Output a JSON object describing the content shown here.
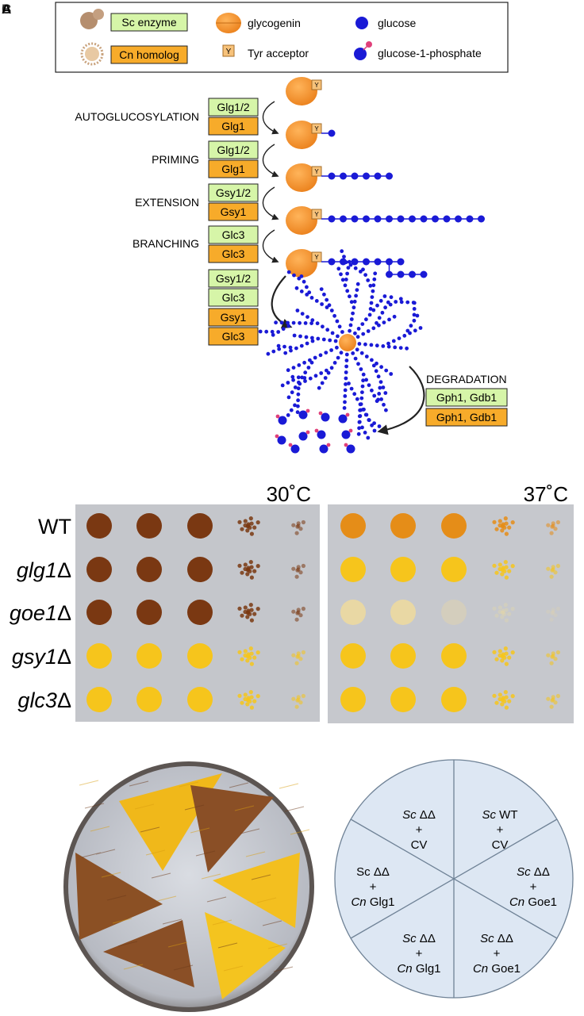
{
  "panel_labels": [
    "A",
    "B",
    "C"
  ],
  "legend": {
    "sc_label": "Sc enzyme",
    "cn_label": "Cn homolog",
    "glycogenin": "glycogenin",
    "tyr": "Tyr acceptor",
    "tyr_symbol": "Y",
    "glucose": "glucose",
    "g1p": "glucose-1-phosphate"
  },
  "pathway": {
    "steps": [
      {
        "name": "AUTOGLUCOSYLATION",
        "sc": "Glg1/2",
        "cn": "Glg1"
      },
      {
        "name": "PRIMING",
        "sc": "Glg1/2",
        "cn": "Glg1"
      },
      {
        "name": "EXTENSION",
        "sc": "Gsy1/2",
        "cn": "Gsy1"
      },
      {
        "name": "BRANCHING",
        "sc": "Glc3",
        "cn": "Glc3"
      }
    ],
    "glycogen_enzymes": [
      "Gsy1/2",
      "Glc3",
      "Gsy1",
      "Glc3"
    ],
    "degradation": {
      "name": "DEGRADATION",
      "sc": "Gph1, Gdb1",
      "cn": "Gph1, Gdb1"
    }
  },
  "spot_assay": {
    "temp_30": "30˚C",
    "temp_37": "37˚C",
    "strains": [
      {
        "name": "WT",
        "italic": false
      },
      {
        "name": "glg1Δ",
        "italic": true
      },
      {
        "name": "goe1Δ",
        "italic": true
      },
      {
        "name": "gsy1Δ",
        "italic": true
      },
      {
        "name": "glc3Δ",
        "italic": true
      }
    ],
    "stain_30": [
      "brown",
      "brown",
      "brown",
      "yellow",
      "yellow"
    ],
    "stain_37": [
      "orange",
      "yellow",
      "pale",
      "yellow",
      "yellow"
    ]
  },
  "plate_key": {
    "sectors": [
      {
        "line1_it": "Sc",
        "line1": " ΔΔ",
        "line2": "+",
        "line3_it": "",
        "line3": "CV"
      },
      {
        "line1_it": "Sc",
        "line1": " WT",
        "line2": "+",
        "line3_it": "",
        "line3": "CV"
      },
      {
        "line1_it": "",
        "line1": "Sc ΔΔ",
        "line2": "+",
        "line3_it": "Cn",
        "line3": " Glg1"
      },
      {
        "line1_it": "Sc",
        "line1": " ΔΔ",
        "line2": "+",
        "line3_it": "Cn",
        "line3": " Goe1"
      },
      {
        "line1_it": "Sc",
        "line1": " ΔΔ",
        "line2": "+",
        "line3_it": "Cn",
        "line3": " Glg1"
      },
      {
        "line1_it": "Sc",
        "line1": " ΔΔ",
        "line2": "+",
        "line3_it": "Cn",
        "line3": " Goe1"
      }
    ]
  },
  "colors": {
    "sc_box": "#d6f5a8",
    "cn_box": "#f7ab2a",
    "glycogenin": "#f4922a",
    "glucose": "#1a1ad6",
    "phosphate": "#e0407a",
    "brown_spot": "#7a3a14",
    "yellow_spot": "#f5c518",
    "plate_bg": "#c9cbd0",
    "key_fill": "#dde7f3"
  }
}
